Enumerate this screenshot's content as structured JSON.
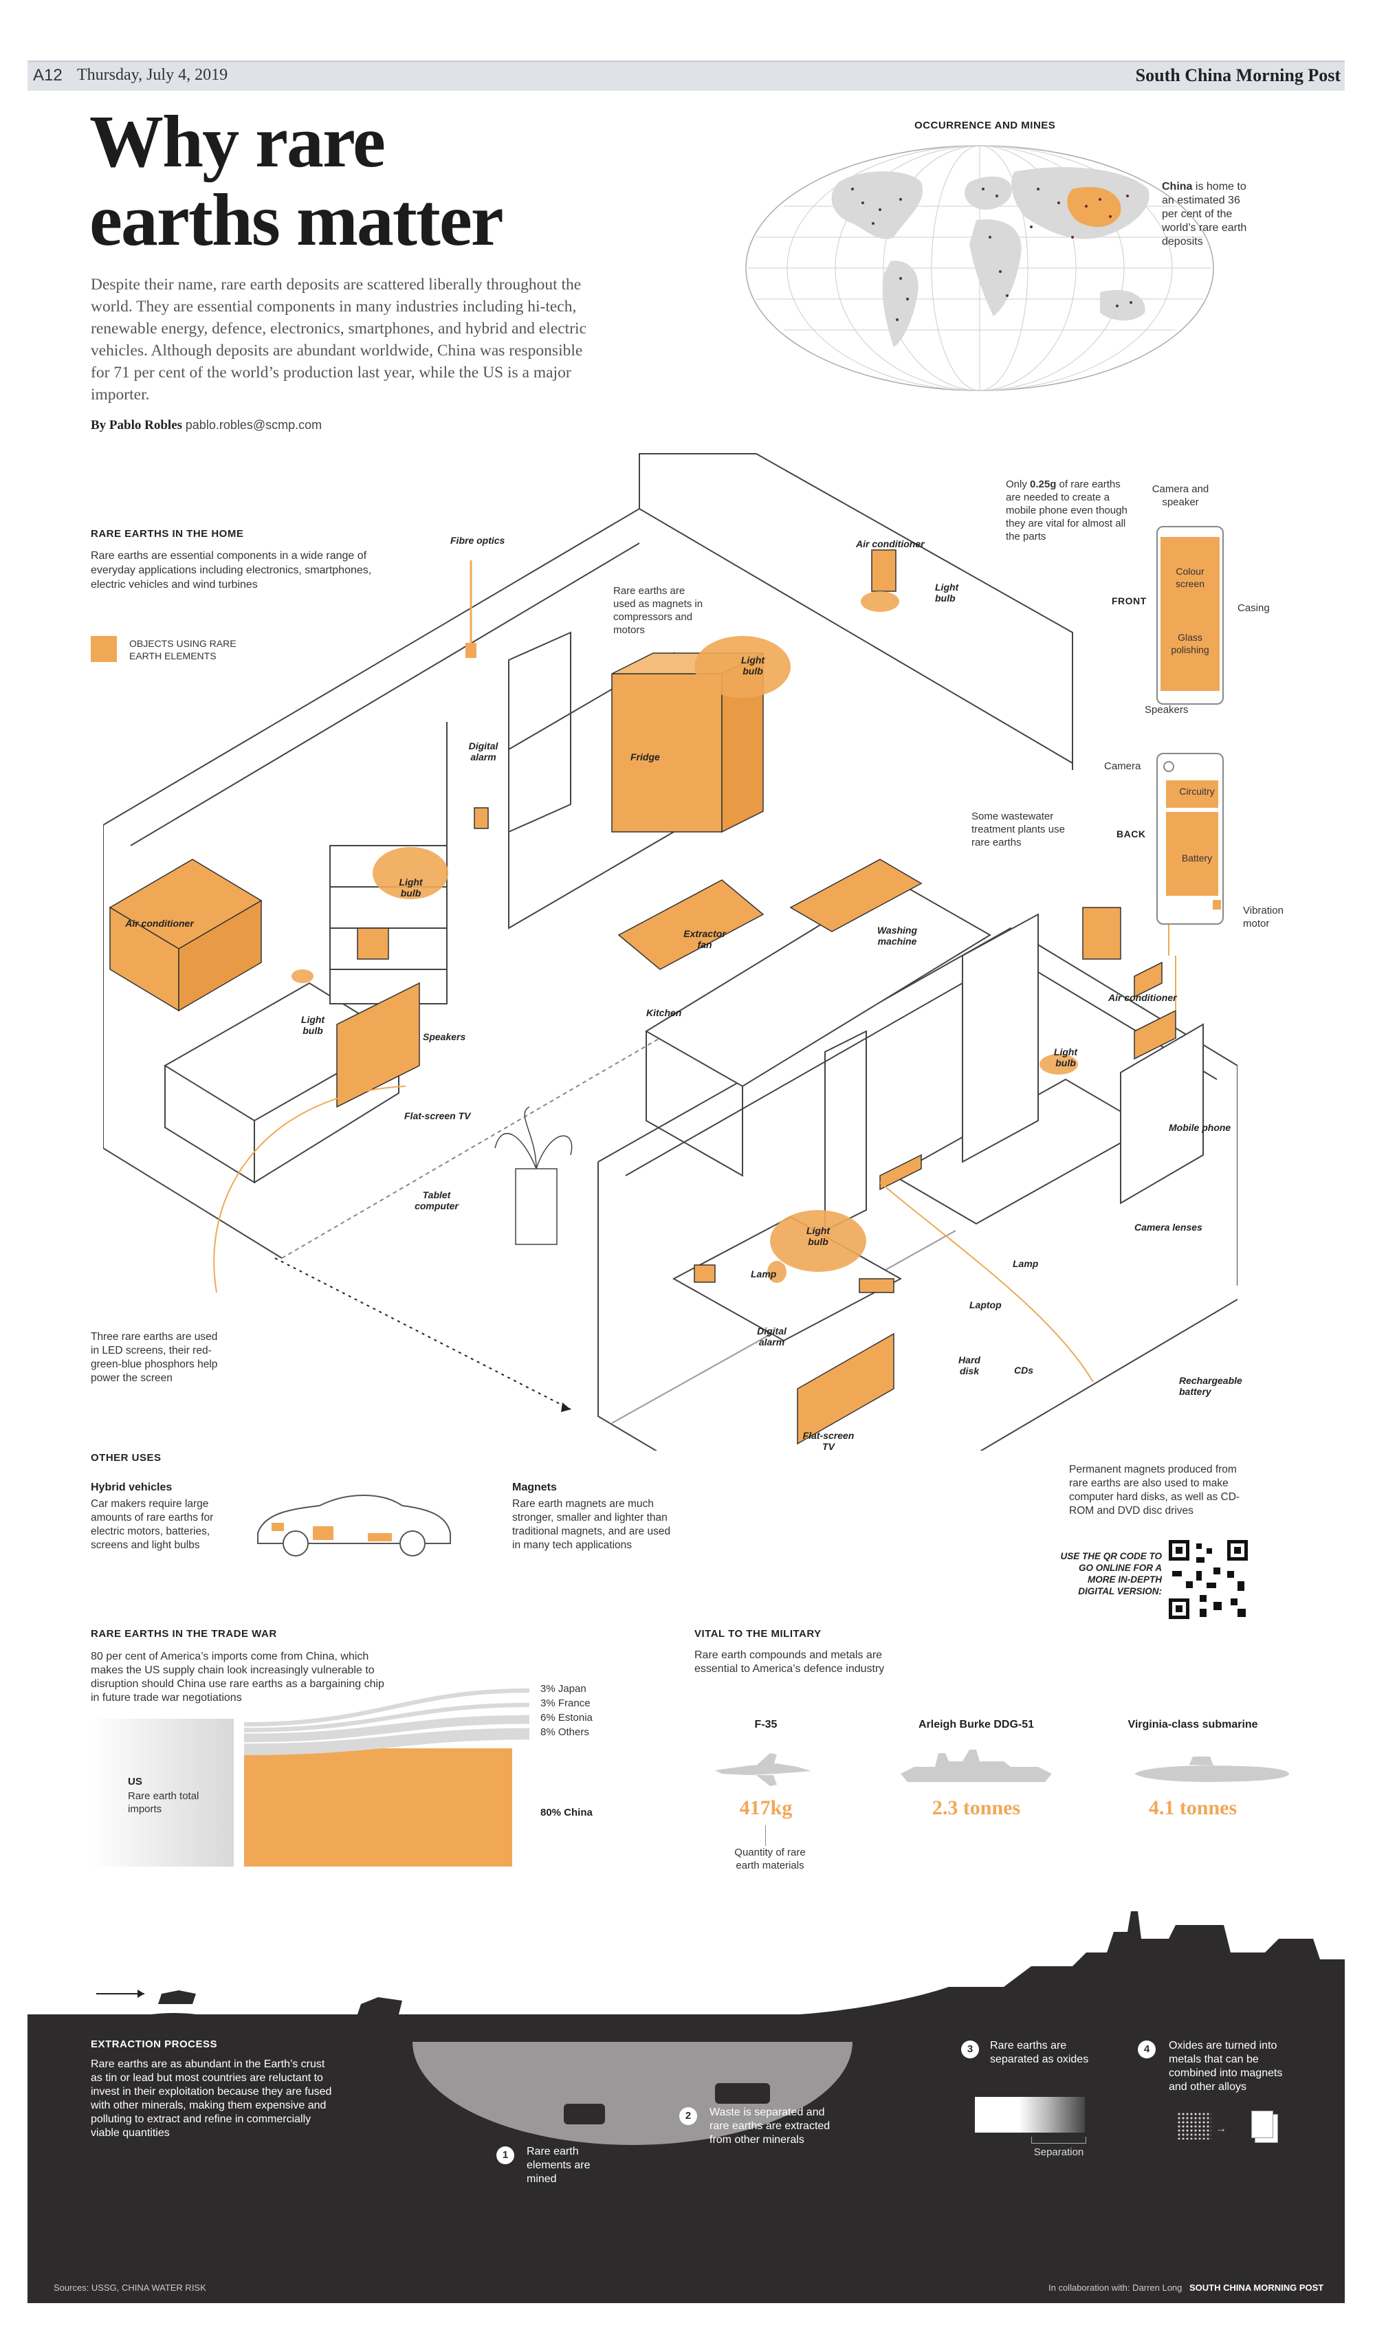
{
  "header": {
    "page": "A12",
    "date": "Thursday, July 4, 2019",
    "paper": "South China Morning Post"
  },
  "title": [
    "Why rare",
    "earths matter"
  ],
  "intro": "Despite their name, rare earth deposits are scattered liberally throughout the world. They are essential components in many industries including hi-tech, renewable energy, defence, electronics, smartphones, and hybrid and electric vehicles. Although deposits are abundant worldwide, China was responsible for 71 per cent of the world’s production last year, while the US is a major importer.",
  "byline": {
    "author": "By Pablo Robles",
    "email": "pablo.robles@scmp.com"
  },
  "map": {
    "heading": "OCCURRENCE AND MINES",
    "china_bold": "China",
    "china_note": "is home to an estimated 36 per cent of the world’s rare earth deposits"
  },
  "home": {
    "heading": "RARE EARTHS IN THE HOME",
    "text": "Rare earths are essential components in a wide range of everyday applications including electronics, smartphones, electric vehicles and wind turbines",
    "legend": "OBJECTS USING RARE EARTH ELEMENTS",
    "labels": {
      "fibre_optics": "Fibre optics",
      "air_conditioner_top": "Air conditioner",
      "light_bulb_top": "Light bulb",
      "magnets_note": "Rare earths are used as magnets in compressors and motors",
      "light_bulb_kitchen": "Light bulb",
      "fridge": "Fridge",
      "digital_alarm_1": "Digital alarm",
      "wastewater": "Some wastewater treatment plants use rare earths",
      "air_conditioner_left": "Air conditioner",
      "light_bulb_shelf": "Light bulb",
      "light_bulb_left": "Light bulb",
      "speakers": "Speakers",
      "extractor_fan": "Extractor fan",
      "washing_machine": "Washing machine",
      "kitchen": "Kitchen",
      "flat_screen_1": "Flat-screen TV",
      "tablet": "Tablet computer",
      "air_conditioner_right": "Air conditioner",
      "light_bulb_right": "Light bulb",
      "mobile_phone": "Mobile phone",
      "camera_lenses": "Camera lenses",
      "light_bulb_bedroom": "Light bulb",
      "lamp_1": "Lamp",
      "lamp_2": "Lamp",
      "laptop": "Laptop",
      "digital_alarm_2": "Digital alarm",
      "hard_disk": "Hard disk",
      "cds": "CDs",
      "rechargeable": "Rechargeable battery",
      "flat_screen_2": "Flat-screen TV",
      "led_note": "Three rare earths are used in LED screens, their red-green-blue phosphors help power the screen",
      "magnets_drives": "Permanent magnets produced from rare earths are also used to make computer hard disks, as well as CD-ROM and DVD disc drives"
    }
  },
  "phone": {
    "note_pre": "Only",
    "note_bold": "0.25g",
    "note_post": "of rare earths are needed to create a mobile phone even though they are vital for almost all the parts",
    "camera_speaker": "Camera and speaker",
    "front": "FRONT",
    "colour_screen": "Colour screen",
    "glass": "Glass polishing",
    "casing": "Casing",
    "speakers": "Speakers",
    "camera": "Camera",
    "back": "BACK",
    "circuitry": "Circuitry",
    "battery": "Battery",
    "vibration": "Vibration motor"
  },
  "qr": "USE THE QR CODE TO GO ONLINE FOR A MORE IN-DEPTH DIGITAL VERSION:",
  "other": {
    "heading": "OTHER USES",
    "hybrid_title": "Hybrid vehicles",
    "hybrid_text": "Car makers require large amounts of rare earths for electric motors, batteries, screens and light bulbs",
    "magnets_title": "Magnets",
    "magnets_text": "Rare earth magnets are much stronger, smaller and lighter than traditional magnets, and are used in many tech applications"
  },
  "trade": {
    "heading": "RARE EARTHS IN THE TRADE WAR",
    "text": "80 per cent of America’s imports come from China, which makes the US supply chain look increasingly vulnerable to disruption should China use rare earths as a bargaining chip in future trade war negotiations",
    "us_label": "US",
    "us_sub": "Rare earth total imports",
    "shares": [
      {
        "label": "3% Japan",
        "value": 3
      },
      {
        "label": "3% France",
        "value": 3
      },
      {
        "label": "6% Estonia",
        "value": 6
      },
      {
        "label": "8% Others",
        "value": 8
      },
      {
        "label": "80% China",
        "value": 80
      }
    ]
  },
  "military": {
    "heading": "VITAL TO THE MILITARY",
    "text": "Rare earth compounds and metals are essential to America’s defence industry",
    "items": [
      {
        "name": "F-35",
        "value": "417kg"
      },
      {
        "name": "Arleigh Burke DDG-51",
        "value": "2.3 tonnes"
      },
      {
        "name": "Virginia-class submarine",
        "value": "4.1 tonnes"
      }
    ],
    "qty_note": "Quantity of rare earth materials"
  },
  "extraction": {
    "heading": "EXTRACTION PROCESS",
    "text": "Rare earths are as abundant in the Earth’s crust as tin or lead but most countries are reluctant to invest in their exploitation because they are fused with other minerals, making them expensive and polluting to extract and refine in commercially viable quantities",
    "steps": [
      {
        "n": "1",
        "text": "Rare earth elements are mined"
      },
      {
        "n": "2",
        "text": "Waste is separated and rare earths are extracted from other minerals"
      },
      {
        "n": "3",
        "text": "Rare earths are separated as oxides"
      },
      {
        "n": "4",
        "text": "Oxides are turned into metals that can be combined into magnets and other alloys"
      }
    ],
    "separation": "Separation"
  },
  "footer": {
    "sources": "Sources: USSG, CHINA WATER RISK",
    "collab": "In collaboration with: Darren Long",
    "paper": "SOUTH CHINA MORNING POST"
  },
  "colors": {
    "accent": "#f0a857",
    "dark": "#2d2b2c",
    "bar": "#dfe3e8"
  }
}
